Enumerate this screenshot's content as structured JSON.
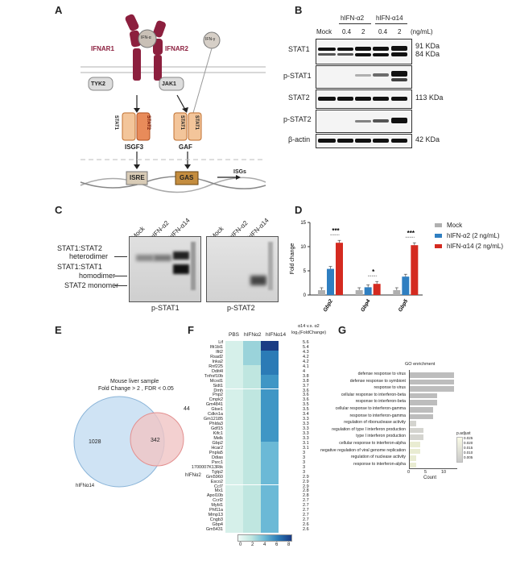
{
  "panels": {
    "A": "A",
    "B": "B",
    "C": "C",
    "D": "D",
    "E": "E",
    "F": "F",
    "G": "G"
  },
  "panelA": {
    "ifnar1": "IFNAR1",
    "ifnar2": "IFNAR2",
    "ifn_a": "IFN-α",
    "ifn_g": "IFN-γ",
    "tyk2": "TYK2",
    "jak1": "JAK1",
    "stat1a": "STAT1",
    "stat2": "STAT2",
    "stat1b": "STAT1",
    "stat1c": "STAT1",
    "isgf3": "ISGF3",
    "gaf": "GAF",
    "isre": "ISRE",
    "gas": "GAS",
    "isgs": "ISGs"
  },
  "panelB": {
    "lane_mock": "Mock",
    "grp1": "hIFN-α2",
    "grp2": "hIFN-α14",
    "doses": [
      "0.4",
      "2",
      "0.4",
      "2"
    ],
    "unit": "(ng/mL)",
    "rows": [
      "STAT1",
      "p-STAT1",
      "STAT2",
      "p-STAT2",
      "β-actin"
    ],
    "sizes": [
      "91 KDa",
      "84 KDa",
      "113 KDa",
      "42 KDa"
    ]
  },
  "panelC": {
    "lanes1": [
      "Mock",
      "hIFN-α2",
      "hIFN-α14"
    ],
    "lanes2": [
      "Mock",
      "hIFN-α2",
      "hIFN-α14"
    ],
    "lab1": "STAT1:STAT2",
    "lab1b": "heterodimer",
    "lab2": "STAT1:STAT1",
    "lab2b": "homodimer",
    "lab3": "STAT2 monomer",
    "cap1": "p-STAT1",
    "cap2": "p-STAT2"
  },
  "chart_data": {
    "type": "bar",
    "ylabel": "Fold change",
    "ylim": [
      0,
      15
    ],
    "yticks": [
      "0",
      "5",
      "10",
      "15"
    ],
    "categories": [
      "Gbp2",
      "Gbp4",
      "Gbp5"
    ],
    "series": [
      {
        "name": "Mock",
        "color": "#b0b0b0",
        "values": [
          1,
          1,
          1
        ]
      },
      {
        "name": "hIFN-α2 (2 ng/mL)",
        "color": "#2f7fc1",
        "values": [
          5.4,
          1.6,
          3.8
        ]
      },
      {
        "name": "hIFN-α14 (2 ng/mL)",
        "color": "#d42a20",
        "values": [
          10.8,
          2.3,
          10.3
        ]
      }
    ],
    "significance": [
      "***",
      "*",
      "***"
    ]
  },
  "panelE": {
    "title": "Mouse liver sample",
    "subtitle": "Fold Change > 2 , FDR < 0.05",
    "left": "1028",
    "mid": "342",
    "right": "44",
    "a": "hIFNα14",
    "b": "hIFNα2"
  },
  "panelF": {
    "cols": [
      "PBS",
      "hIFNα2",
      "hIFNα14"
    ],
    "fc_header1": "α14 v.s. α2",
    "fc_header2": "log₂(FoldChange)",
    "genes": [
      "Lif",
      "Ifit1bl1",
      "Ifit2",
      "Rsad2",
      "Inka2",
      "Rnf225",
      "Ddit4l",
      "Tnfrsf10b",
      "Mcxd1",
      "Sidt1",
      "Dmh",
      "Pnp2",
      "Cmpk2",
      "Gm4841",
      "Gtse1",
      "Cdkn1a",
      "Gm12185",
      "Phlda3",
      "Gdf15",
      "Kifc1",
      "Melk",
      "Gbp2",
      "Hcar2",
      "Pnpla5",
      "Ddias",
      "Psrc1",
      "1700007K13Rik",
      "Tgtp2",
      "Gm5960",
      "Esco2",
      "Ccl7",
      "Mx1",
      "Apol10b",
      "Ccrl2",
      "Mybl1",
      "Phf11a",
      "Mmp13",
      "Cngb3",
      "Gbp4",
      "Gm5431"
    ],
    "fcs": [
      "5.6",
      "5.4",
      "4.3",
      "4.2",
      "4.2",
      "4.1",
      "4",
      "3.8",
      "3.8",
      "3.7",
      "3.6",
      "3.6",
      "3.6",
      "3.5",
      "3.5",
      "3.4",
      "3.3",
      "3.3",
      "3.3",
      "3.3",
      "3.3",
      "3.1",
      "3.1",
      "3",
      "3",
      "3",
      "3",
      "3",
      "2.9",
      "2.9",
      "2.9",
      "2.8",
      "2.8",
      "2.7",
      "2.7",
      "2.7",
      "2.7",
      "2.7",
      "2.6",
      "2.6"
    ],
    "legend_ticks": [
      "0",
      "2",
      "4",
      "6",
      "8"
    ]
  },
  "panelG": {
    "title": "GO enrichment",
    "terms": [
      "defense response to virus",
      "defense response to symbiont",
      "response to virus",
      "cellular response to interferon-beta",
      "response to interferon-beta",
      "cellular response to interferon-gamma",
      "response to interferon-gamma",
      "regulation of ribonuclease activity",
      "regulation of type I interferon production",
      "type I interferon production",
      "cellular response to interferon-alpha",
      "negative regulation of viral genome replication",
      "regulation of nuclease activity",
      "response to interferon-alpha"
    ],
    "counts": [
      13,
      13,
      13,
      8,
      8,
      7,
      7,
      2,
      4,
      4,
      3,
      3,
      2,
      2
    ],
    "xlabel": "Count",
    "xticks": [
      "0",
      "5",
      "10"
    ],
    "legend_title": "p.adjust",
    "legend_ticks": [
      "0.025",
      "0.020",
      "0.015",
      "0.010",
      "0.005"
    ]
  }
}
